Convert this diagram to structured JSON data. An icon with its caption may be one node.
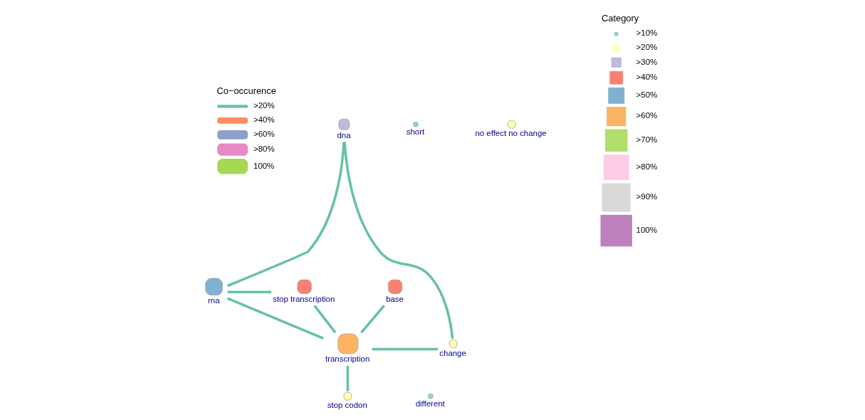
{
  "diagram": {
    "nodes": [
      {
        "text": [
          "dna"
        ]
      },
      {
        "text": [
          "short"
        ]
      },
      {
        "text": [
          "no effect no change"
        ]
      },
      {
        "text": [
          "base"
        ]
      },
      {
        "text": [
          "rna"
        ]
      },
      {
        "text": [
          "stop transcription"
        ]
      },
      {
        "text": [
          "transcription"
        ]
      },
      {
        "text": [
          "change"
        ]
      },
      {
        "text": [
          "stop codon"
        ]
      },
      {
        "text": [
          "different"
        ]
      }
    ],
    "edges": [
      {
        "from": 0,
        "to": 4,
        "arrow": "none"
      },
      {
        "from": 0,
        "to": 7,
        "arrow": "none"
      },
      {
        "from": 3,
        "to": 6,
        "arrow": "none"
      },
      {
        "from": 4,
        "to": 5,
        "arrow": "none"
      },
      {
        "from": 4,
        "to": 6,
        "arrow": "none"
      },
      {
        "from": 6,
        "to": 5,
        "arrow": "none"
      },
      {
        "from": 6,
        "to": 7,
        "arrow": "none"
      },
      {
        "from": 6,
        "to": 8,
        "arrow": "none"
      }
    ],
    "labels": [
      "Co−occurence",
      "Category"
    ],
    "legend": [
      {
        "text": ">20%",
        "color": "#66c2a5"
      },
      {
        "text": ">40%",
        "color": "#fc8d62"
      },
      {
        "text": ">60%",
        "color": "#8da0cb"
      },
      {
        "text": ">80%",
        "color": "#e78ac3"
      },
      {
        "text": "100%",
        "color": "#a6d854"
      },
      {
        "text": ">10%",
        "color": "#8dd3c7"
      },
      {
        "text": ">20%",
        "color": "#ffffb3"
      },
      {
        "text": ">30%",
        "color": "#bebada"
      },
      {
        "text": ">40%",
        "color": "#fb8072"
      },
      {
        "text": ">50%",
        "color": "#80b1d3"
      },
      {
        "text": ">60%",
        "color": "#fdb462"
      },
      {
        "text": ">70%",
        "color": "#b3de69"
      },
      {
        "text": ">80%",
        "color": "#fccde5"
      },
      {
        "text": ">90%",
        "color": "#d9d9d9"
      },
      {
        "text": "100%",
        "color": "#bc80bd"
      }
    ]
  }
}
